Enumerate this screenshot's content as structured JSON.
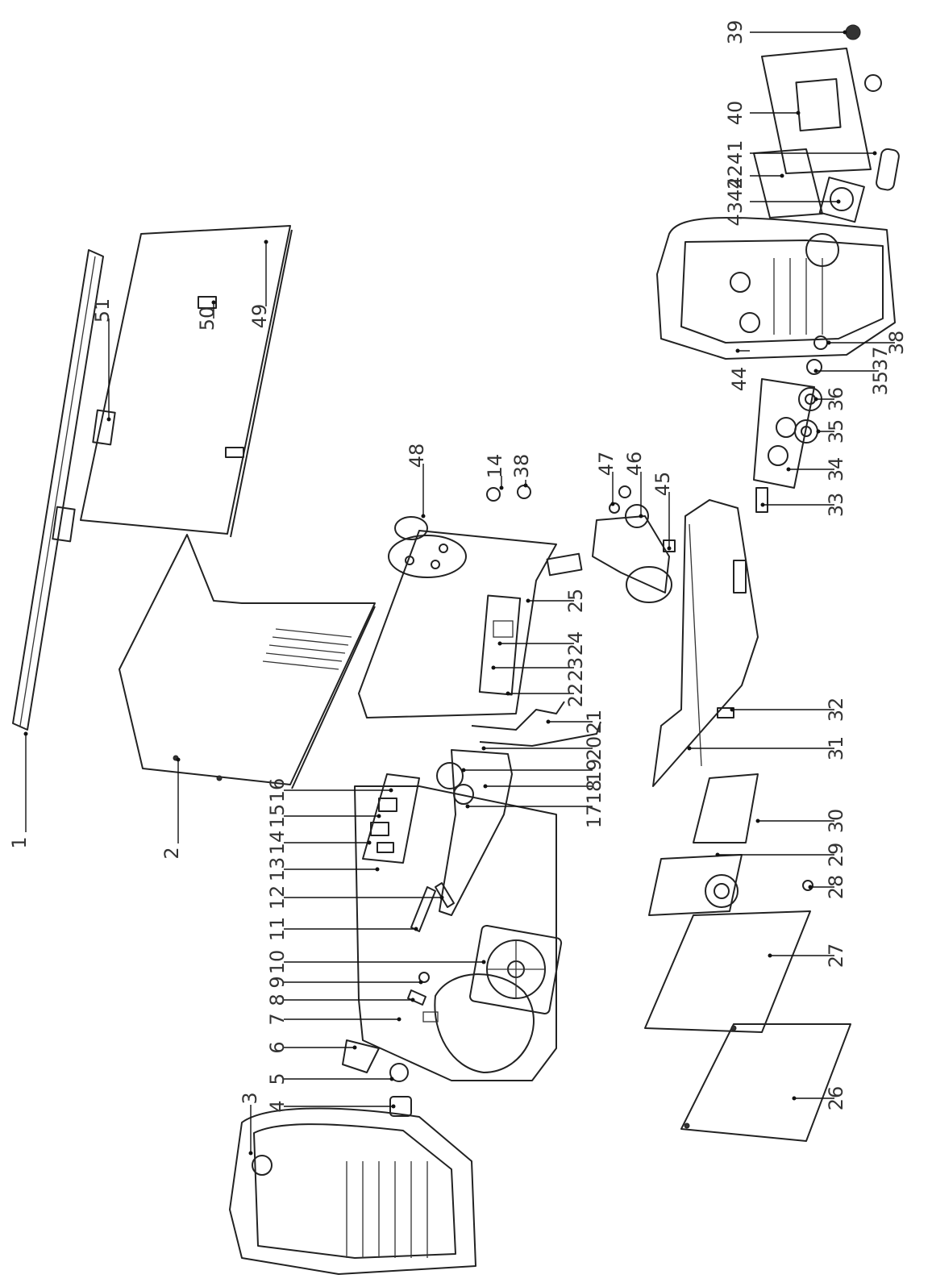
{
  "callouts": [
    "1",
    "2",
    "3",
    "4",
    "5",
    "6",
    "7",
    "8",
    "9",
    "10",
    "11",
    "12",
    "13",
    "14",
    "15",
    "16",
    "17",
    "18",
    "19",
    "20",
    "21",
    "22",
    "23",
    "24",
    "25",
    "26",
    "27",
    "28",
    "29",
    "30",
    "31",
    "32",
    "33",
    "34",
    "35",
    "36",
    "3537",
    "38",
    "39",
    "40",
    "4241",
    "4342",
    "44",
    "45",
    "46",
    "47",
    "48",
    "49",
    "50",
    "51",
    "14",
    "38"
  ]
}
